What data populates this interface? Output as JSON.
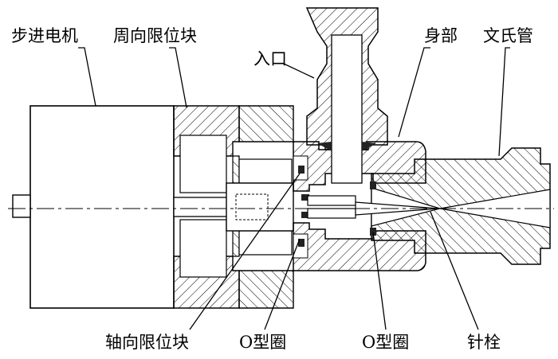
{
  "labels": {
    "stepper_motor": "步进电机",
    "circ_stop": "周向限位块",
    "inlet": "入口",
    "body": "身部",
    "venturi": "文氏管",
    "axial_stop": "轴向限位块",
    "oring_1": "O型圈",
    "oring_2": "O型圈",
    "needle": "针栓"
  },
  "colors": {
    "line": "#000000",
    "hatch": "#000000",
    "bg": "#ffffff"
  }
}
